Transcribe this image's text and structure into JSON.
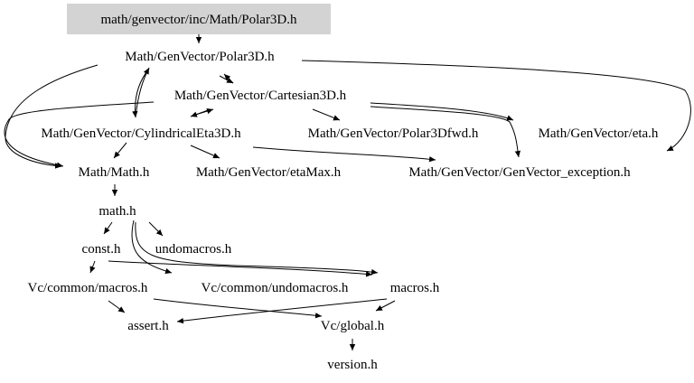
{
  "graph": {
    "root": "math/genvector/inc/Math/Polar3D.h",
    "nodes": {
      "n_root": "math/genvector/inc/Math/Polar3D.h",
      "n_polar3d": "Math/GenVector/Polar3D.h",
      "n_cartesian3d": "Math/GenVector/Cartesian3D.h",
      "n_cyleta3d": "Math/GenVector/CylindricalEta3D.h",
      "n_polar3dfwd": "Math/GenVector/Polar3Dfwd.h",
      "n_eta": "Math/GenVector/eta.h",
      "n_mathmath": "Math/Math.h",
      "n_etamax": "Math/GenVector/etaMax.h",
      "n_gvexception": "Math/GenVector/GenVector_exception.h",
      "n_mathh": "math.h",
      "n_consth": "const.h",
      "n_undomacros": "undomacros.h",
      "n_vcmacros": "Vc/common/macros.h",
      "n_vcundomacros": "Vc/common/undomacros.h",
      "n_macros": "macros.h",
      "n_assert": "assert.h",
      "n_vcglobal": "Vc/global.h",
      "n_version": "version.h"
    },
    "edges": [
      [
        "n_root",
        "n_polar3d"
      ],
      [
        "n_polar3d",
        "n_cartesian3d"
      ],
      [
        "n_polar3d",
        "n_cyleta3d"
      ],
      [
        "n_polar3d",
        "n_mathmath"
      ],
      [
        "n_polar3d",
        "n_eta"
      ],
      [
        "n_cartesian3d",
        "n_polar3d"
      ],
      [
        "n_cartesian3d",
        "n_cyleta3d"
      ],
      [
        "n_cartesian3d",
        "n_polar3dfwd"
      ],
      [
        "n_cartesian3d",
        "n_eta"
      ],
      [
        "n_cartesian3d",
        "n_gvexception"
      ],
      [
        "n_cartesian3d",
        "n_mathmath"
      ],
      [
        "n_cyleta3d",
        "n_cartesian3d"
      ],
      [
        "n_cyleta3d",
        "n_mathmath"
      ],
      [
        "n_cyleta3d",
        "n_etamax"
      ],
      [
        "n_cyleta3d",
        "n_gvexception"
      ],
      [
        "n_mathmath",
        "n_mathh"
      ],
      [
        "n_mathh",
        "n_consth"
      ],
      [
        "n_mathh",
        "n_undomacros"
      ],
      [
        "n_mathh",
        "n_vcundomacros"
      ],
      [
        "n_mathh",
        "n_macros"
      ],
      [
        "n_consth",
        "n_vcmacros"
      ],
      [
        "n_consth",
        "n_macros"
      ],
      [
        "n_vcmacros",
        "n_assert"
      ],
      [
        "n_vcmacros",
        "n_vcglobal"
      ],
      [
        "n_macros",
        "n_assert"
      ],
      [
        "n_macros",
        "n_vcglobal"
      ],
      [
        "n_vcglobal",
        "n_version"
      ]
    ]
  }
}
